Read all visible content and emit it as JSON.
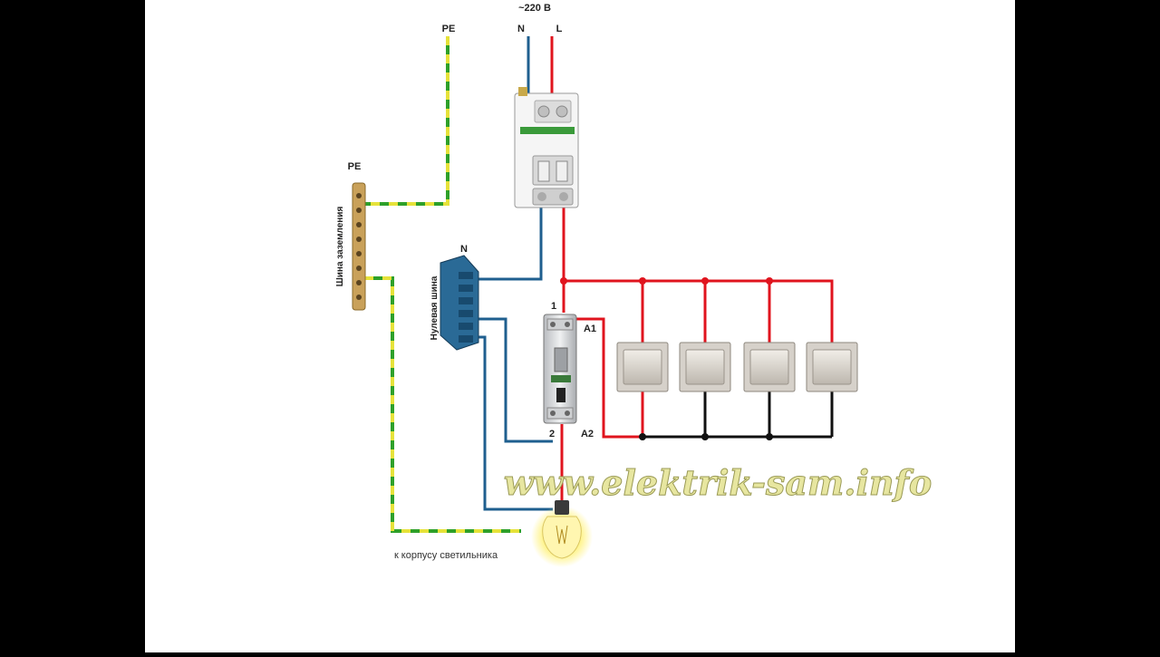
{
  "labels": {
    "supply": "~220 В",
    "neutral": "N",
    "line": "L",
    "pe_top": "PE",
    "pe_bus": "PE",
    "ground_bus": "Шина заземления",
    "neutral_bus_label": "N",
    "neutral_bus": "Нулевая шина",
    "relay_1": "1",
    "relay_2": "2",
    "relay_a1": "A1",
    "relay_a2": "A2",
    "lamp_body": "к корпусу светильника"
  },
  "watermark": "www.elektrik-sam.info",
  "colors": {
    "phase": "#e0141e",
    "neutral": "#1f5f8f",
    "ground_green": "#2ea02a",
    "ground_yellow": "#e6e23a",
    "control": "#111111",
    "watermark": "#e7e6a0"
  },
  "icons": {
    "breaker": "circuit-breaker-icon",
    "relay": "impulse-relay-icon",
    "switch": "push-button-icon",
    "lamp": "light-bulb-icon",
    "ground_bus": "ground-bus-icon",
    "neutral_bus": "neutral-bus-icon"
  }
}
